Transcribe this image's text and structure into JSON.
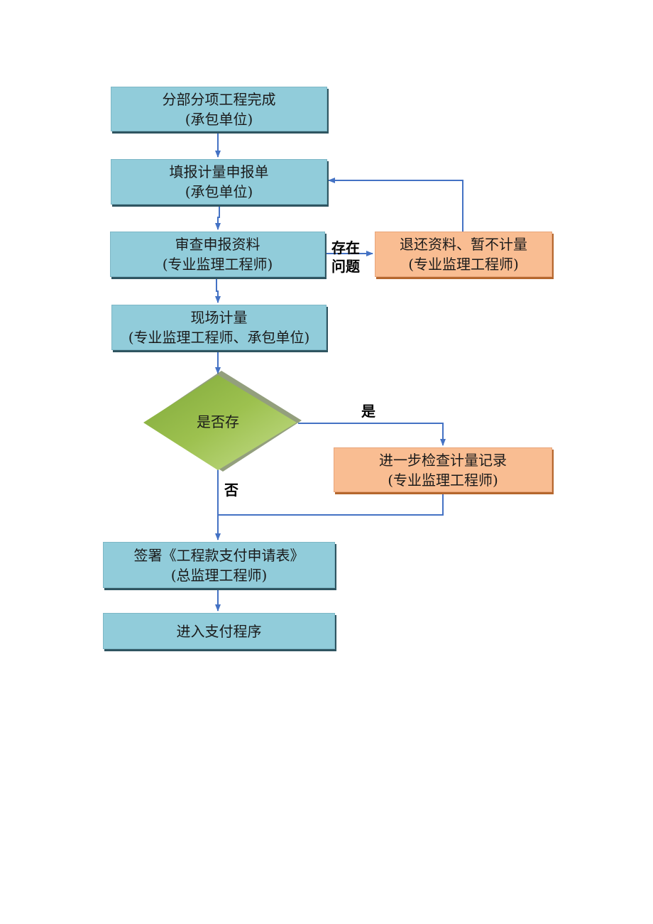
{
  "nodes": {
    "n1": {
      "line1": "分部分项工程完成",
      "line2": "(承包单位)"
    },
    "n2": {
      "line1": "填报计量申报单",
      "line2": "(承包单位)"
    },
    "n3": {
      "line1": "审查申报资料",
      "line2": "(专业监理工程师)"
    },
    "n4": {
      "line1": "退还资料、暂不计量",
      "line2": "(专业监理工程师)"
    },
    "n5": {
      "line1": "现场计量",
      "line2": "(专业监理工程师、承包单位)"
    },
    "decision": {
      "text": "是否存"
    },
    "n6": {
      "line1": "进一步检查计量记录",
      "line2": "(专业监理工程师)"
    },
    "n7": {
      "line1": "签署《工程款支付申请表》",
      "line2": "(总监理工程师)"
    },
    "n8": {
      "line1": "进入支付程序"
    }
  },
  "edge_labels": {
    "problem_line1": "存在",
    "problem_line2": "问题",
    "yes": "是",
    "no": "否"
  },
  "colors": {
    "process_fill": "#91ccda",
    "alternate_fill": "#f9bd92",
    "decision_fill": "#9dc14f",
    "connector": "#4472c4"
  }
}
